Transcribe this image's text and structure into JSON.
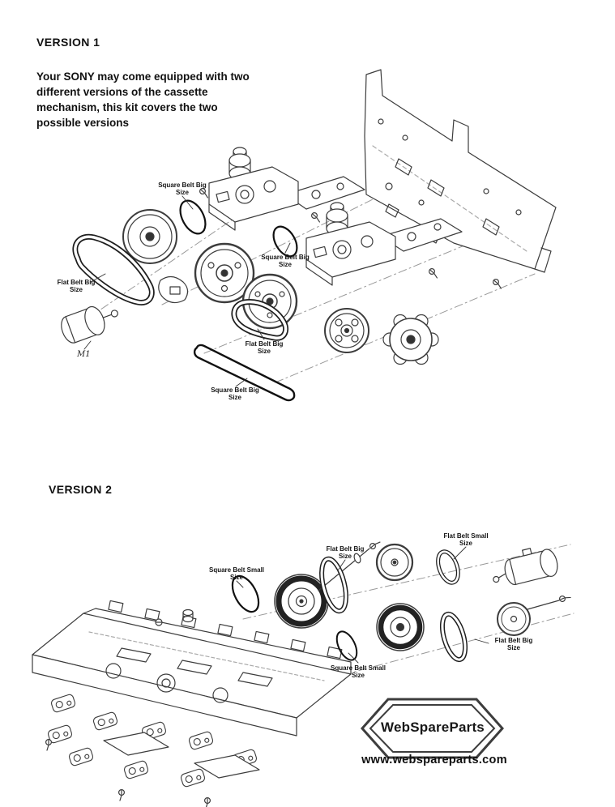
{
  "sections": {
    "version1": {
      "title": "VERSION 1",
      "description": "Your SONY may come equipped with two different versions of the cassette mechanism, this kit covers the two possible versions",
      "belt_labels": [
        "Square Belt Big Size",
        "Flat Belt Big Size",
        "Square Belt Big Size",
        "Flat Belt Big Size",
        "Square Belt Big Size"
      ],
      "motor_label": "M1"
    },
    "version2": {
      "title": "VERSION 2",
      "belt_labels": [
        "Square Belt Small Size",
        "Flat Belt Big Size",
        "Flat Belt Small Size",
        "Square Belt Small Size",
        "Flat Belt Big Size"
      ]
    }
  },
  "branding": {
    "logo_text": "WebSpareParts",
    "website": "www.webspareparts.com"
  }
}
